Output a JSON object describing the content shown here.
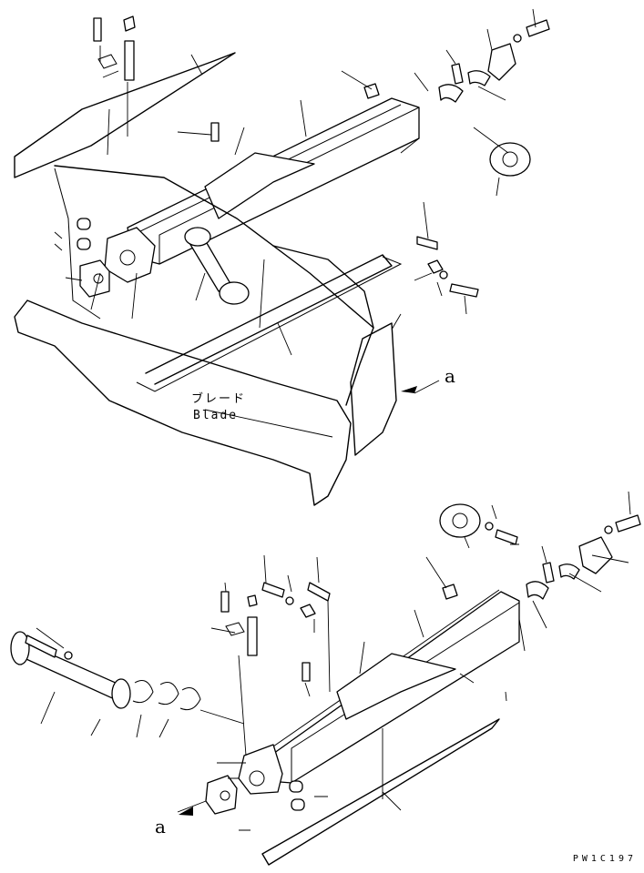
{
  "labels": {
    "blade_jp": "ブレード",
    "blade_en": "Blade",
    "view_marker_top": "a",
    "view_marker_bottom": "a",
    "drawing_number": "PW1C197"
  }
}
